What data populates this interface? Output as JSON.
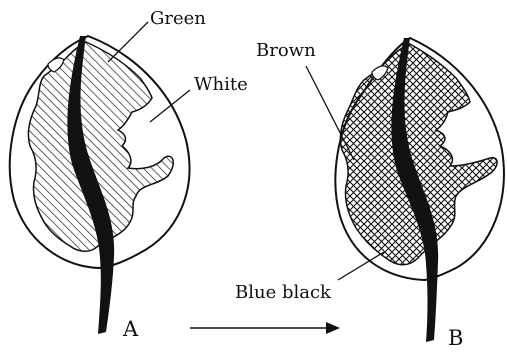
{
  "labels": {
    "green": "Green",
    "white": "White",
    "brown": "Brown",
    "blue_black": "Blue black",
    "leaf_a": "A",
    "leaf_b": "B"
  },
  "colors": {
    "ink": "#111111",
    "paper": "#ffffff"
  },
  "icons": {
    "arrow": "right-arrow"
  }
}
